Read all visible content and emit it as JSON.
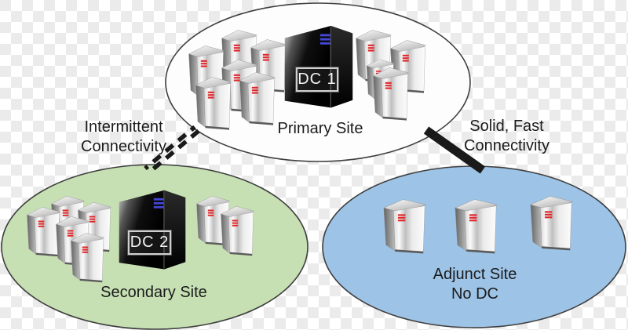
{
  "sites": {
    "primary": {
      "label": "Primary Site",
      "dc_label": "DC 1",
      "fill": "#fdfdfd",
      "stroke": "#3f3f3f",
      "small_server_count": 10,
      "has_dc": true
    },
    "secondary": {
      "label": "Secondary Site",
      "dc_label": "DC 2",
      "fill": "#c6e0b4",
      "stroke": "#3f3f3f",
      "small_server_count": 7,
      "has_dc": true
    },
    "adjunct": {
      "label": "Adjunct Site",
      "sublabel": "No DC",
      "fill": "#9dc3e6",
      "stroke": "#3f3f3f",
      "small_server_count": 3,
      "has_dc": false
    }
  },
  "connections": [
    {
      "id": "intermittent",
      "label_line1": "Intermittent",
      "label_line2": "Connectivity",
      "style": "dashed",
      "from": "primary",
      "to": "secondary"
    },
    {
      "id": "solid-fast",
      "label_line1": "Solid, Fast",
      "label_line2": "Connectivity",
      "style": "solid",
      "from": "primary",
      "to": "adjunct"
    }
  ],
  "colors": {
    "connector": "#1a1a1a",
    "text": "#1b1b1b",
    "led_red": "#e0262a",
    "led_blue": "#4345d4",
    "checker_light": "#ffffff",
    "checker_dark": "#ebebeb"
  }
}
